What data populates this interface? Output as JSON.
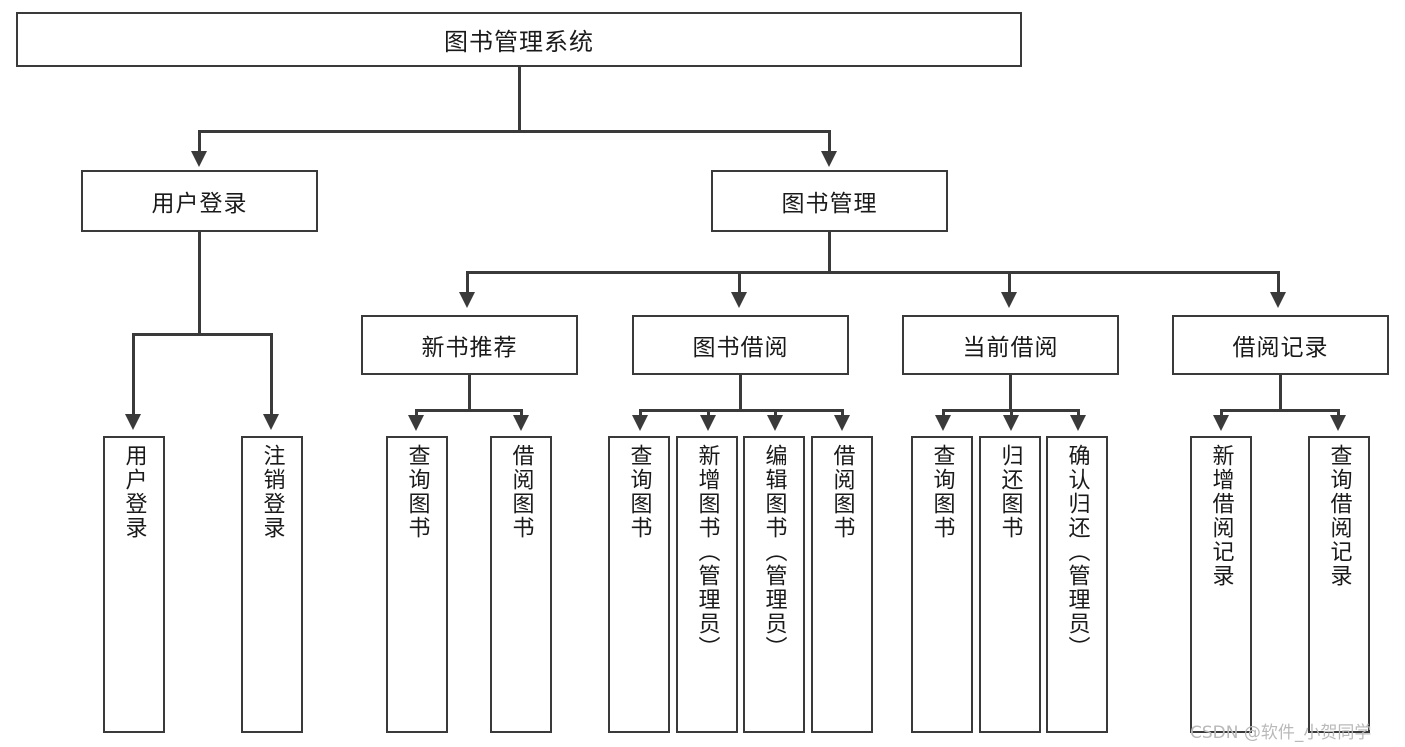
{
  "diagram": {
    "type": "tree",
    "title": "图书管理系统",
    "root": {
      "label": "图书管理系统"
    },
    "level2": [
      {
        "label": "用户登录"
      },
      {
        "label": "图书管理"
      }
    ],
    "level3": [
      {
        "label": "新书推荐"
      },
      {
        "label": "图书借阅"
      },
      {
        "label": "当前借阅"
      },
      {
        "label": "借阅记录"
      }
    ],
    "leaves": {
      "user_login": [
        {
          "label": "用户登录"
        },
        {
          "label": "注销登录"
        }
      ],
      "new_book_recommend": [
        {
          "label": "查询图书"
        },
        {
          "label": "借阅图书"
        }
      ],
      "book_borrow": [
        {
          "label": "查询图书"
        },
        {
          "label": "新增图书（管理员）"
        },
        {
          "label": "编辑图书（管理员）"
        },
        {
          "label": "借阅图书"
        }
      ],
      "current_borrow": [
        {
          "label": "查询图书"
        },
        {
          "label": "归还图书"
        },
        {
          "label": "确认归还（管理员）"
        }
      ],
      "borrow_record": [
        {
          "label": "新增借阅记录"
        },
        {
          "label": "查询借阅记录"
        }
      ]
    }
  },
  "watermark": {
    "text": "CSDN @软件_小贺同学"
  },
  "colors": {
    "box_border": "#3a3a3a",
    "connector": "#3a3a3a",
    "text": "#1a1a1a",
    "background": "#ffffff",
    "watermark": "#b9b9b9"
  }
}
